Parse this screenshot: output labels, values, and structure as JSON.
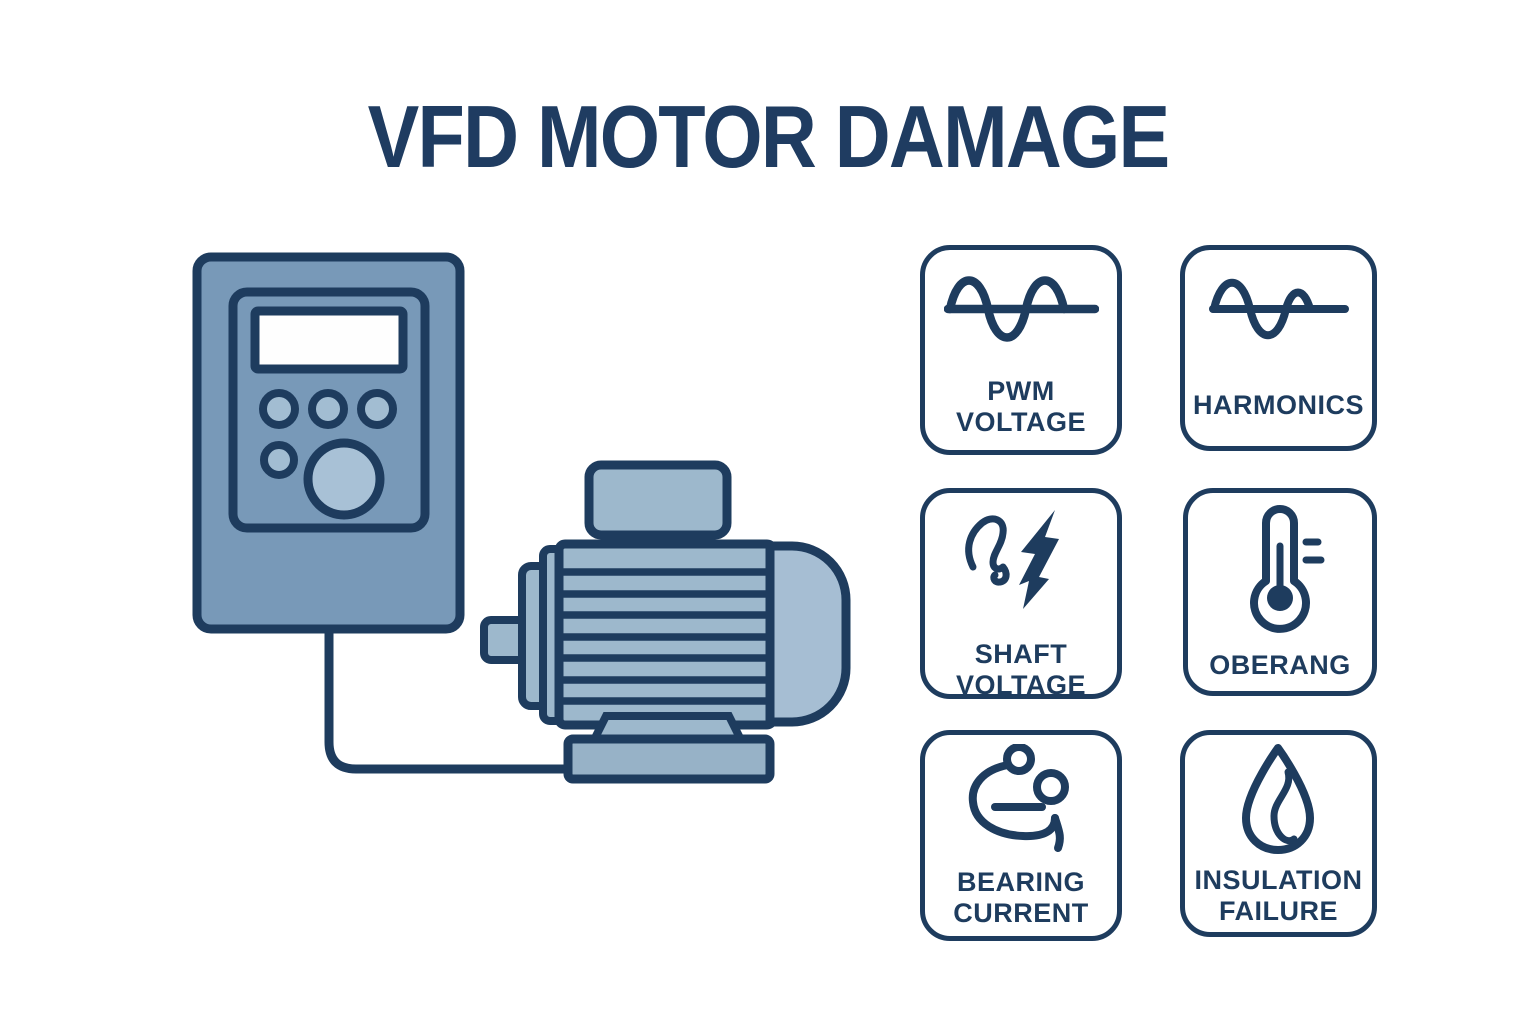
{
  "title": "VFD MOTOR DAMAGE",
  "colors": {
    "background": "#ffffff",
    "outline_navy": "#1e3c5e",
    "title_navy": "#1f3c61",
    "vfd_body": "#7899b8",
    "vfd_display": "#fefefe",
    "vfd_button": "#a2bdd2",
    "vfd_knob": "#a8c1d6",
    "motor_body": "#9db8cc",
    "motor_end_cap": "#a6bed3",
    "motor_neck": "#8fadc3",
    "motor_base": "#97b2c7"
  },
  "illustration": {
    "left_device": "vfd-drive",
    "right_device": "electric-motor",
    "connection": "power-cable"
  },
  "cards": [
    {
      "icon": "sine-wave-icon",
      "lines": [
        "PWM",
        "VOLTAGE"
      ]
    },
    {
      "icon": "distorted-wave-icon",
      "lines": [
        "HARMONICS"
      ]
    },
    {
      "icon": "shaft-lightning-icon",
      "lines": [
        "SHAFT",
        "VOLTAGE"
      ]
    },
    {
      "icon": "thermometer-icon",
      "lines": [
        "OBERANG"
      ]
    },
    {
      "icon": "bearing-current-icon",
      "lines": [
        "BEARING",
        "CURRENT"
      ]
    },
    {
      "icon": "insulation-droplet-icon",
      "lines": [
        "INSULATION",
        "FAILURE"
      ]
    }
  ]
}
